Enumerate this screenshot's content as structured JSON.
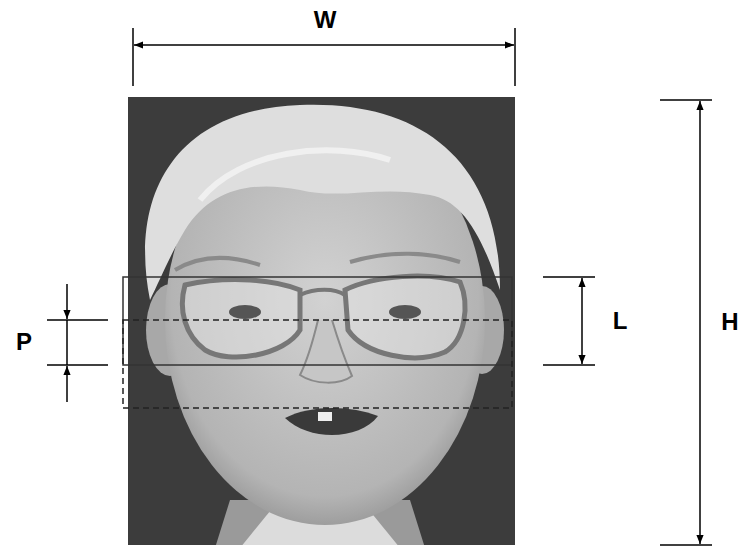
{
  "diagram": {
    "labels": [
      "W",
      "P",
      "L",
      "H"
    ]
  }
}
